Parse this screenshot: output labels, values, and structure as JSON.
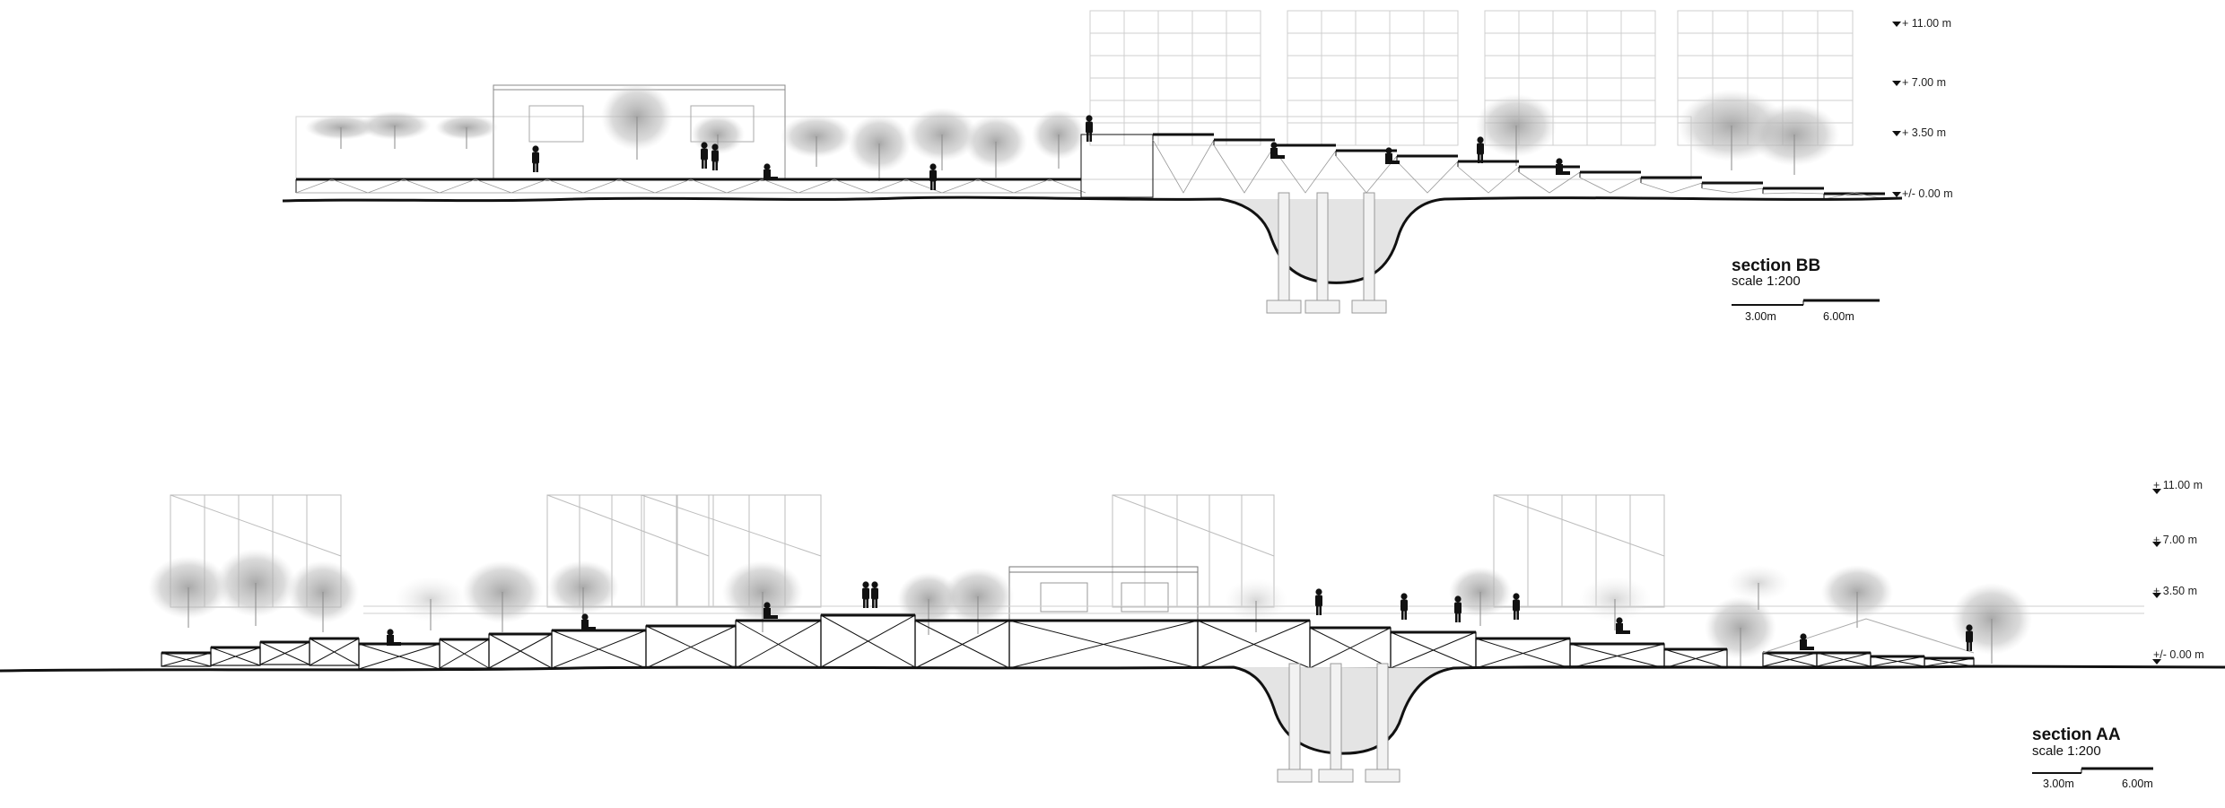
{
  "sections": [
    {
      "id": "BB",
      "title": "section BB",
      "scale": "scale 1:200",
      "scale_bar_labels": [
        "3.00m",
        "6.00m"
      ],
      "levels": [
        "+ 11.00 m",
        "+ 7.00 m",
        "+ 3.50 m",
        "+/- 0.00 m"
      ]
    },
    {
      "id": "AA",
      "title": "section AA",
      "scale": "scale 1:200",
      "scale_bar_labels": [
        "3.00m",
        "6.00m"
      ],
      "levels": [
        "+ 11.00 m",
        "+ 7.00 m",
        "+ 3.50 m",
        "+/- 0.00 m"
      ]
    }
  ]
}
